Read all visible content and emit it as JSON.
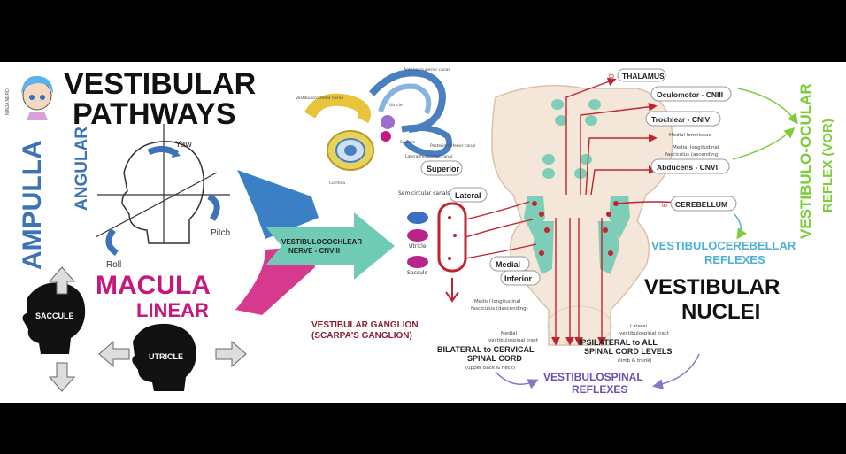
{
  "title": {
    "line1": "VESTIBULAR",
    "line2": "PATHWAYS",
    "badge": "NINJA NERD"
  },
  "ampulla": {
    "main": "AMPULLA",
    "sub": "ANGULAR"
  },
  "head_labels": {
    "yaw": "Yaw",
    "pitch": "Pitch",
    "roll": "Roll"
  },
  "macula": {
    "main": "MACULA",
    "sub": "LINEAR"
  },
  "heads": {
    "saccule": "SACCULE",
    "utricle": "UTRICLE"
  },
  "ear_labels": {
    "l1": "Anterior/superior canal",
    "l2": "Vestibulocochlear nerve",
    "l3": "Utricle",
    "l4": "Saccule",
    "l5": "Cochlea",
    "l6": "Lateral/horizontal canal",
    "l7": "Posterior/inferior canal"
  },
  "nerve": {
    "line1": "VESTIBULOCOCHLEAR",
    "line2": "NERVE - CNVIII"
  },
  "organs": {
    "canals": "Semicircular canals",
    "utricle": "Utricle",
    "saccule": "Saccule"
  },
  "ganglion": {
    "line1": "VESTIBULAR GANGLION",
    "line2": "(SCARPA'S GANGLION)"
  },
  "nuclei_labels": {
    "superior": "Superior",
    "lateral": "Lateral",
    "medial": "Medial",
    "inferior": "Inferior"
  },
  "mlf_desc": {
    "line1": "Medial longitudinal",
    "line2": "fasciculus (descending)"
  },
  "brainstem": {
    "thalamus": "THALAMUS",
    "to": "to",
    "oculomotor": "Oculomotor - CNIII",
    "trochlear": "Trochlear - CNIV",
    "medial_lemniscus": "Medial lemniscus",
    "mlf_asc1": "Medial longitudinal",
    "mlf_asc2": "fasciculus (ascending)",
    "abducens": "Abducens - CNVI",
    "cerebellum": "CEREBELLUM"
  },
  "vor": {
    "line1": "VESTIBULO-OCULAR",
    "line2": "REFLEX (VOR)"
  },
  "vc_reflex": {
    "line1": "VESTIBULOCEREBELLAR",
    "line2": "REFLEXES"
  },
  "nuclei_title": {
    "line1": "VESTIBULAR",
    "line2": "NUCLEI"
  },
  "medial_tract": {
    "line1": "Medial",
    "line2": "vestibulospinal tract",
    "line3": "BILATERAL to CERVICAL",
    "line4": "SPINAL CORD",
    "line5": "(upper back & neck)"
  },
  "lateral_tract": {
    "line1": "Lateral",
    "line2": "vestibulospinal tract",
    "line3": "IPSILATERAL to ALL",
    "line4": "SPINAL CORD LEVELS",
    "line5": "(limb & trunk)"
  },
  "vs_reflex": {
    "line1": "VESTIBULOSPINAL",
    "line2": "REFLEXES"
  },
  "colors": {
    "blue": "#3b5ea8",
    "pink": "#c7177d",
    "teal": "#66c7b0",
    "green": "#7ccd3a",
    "red": "#c0242f",
    "purple": "#6b4fb0",
    "lightblue": "#4fb0d6"
  }
}
